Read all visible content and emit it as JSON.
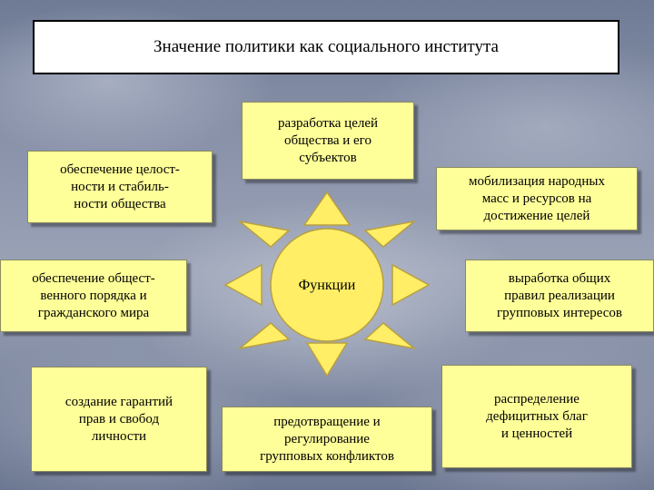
{
  "title": "Значение политики как социального института",
  "center_label": "Функции",
  "functions": {
    "top": "разработка целей\nобщества и его\nсубъектов",
    "left_1": "обеспечение целост-\nности и стабиль-\nности общества",
    "right_1": "мобилизация народных\nмасс и ресурсов на\nдостижение целей",
    "left_2": "обеспечение общест-\nвенного порядка и\nгражданского мира",
    "right_2": "выработка общих\nправил реализации\nгрупповых интересов",
    "left_3": "создание гарантий\nправ и свобод\nличности",
    "bottom": "предотвращение и\nрегулирование\nгрупповых конфликтов",
    "right_3": "распределение\nдефицитных благ\nи ценностей"
  },
  "colors": {
    "box_fill": "#ffff99",
    "sun_fill": "#ffee66",
    "sun_stroke": "#b8a040"
  }
}
